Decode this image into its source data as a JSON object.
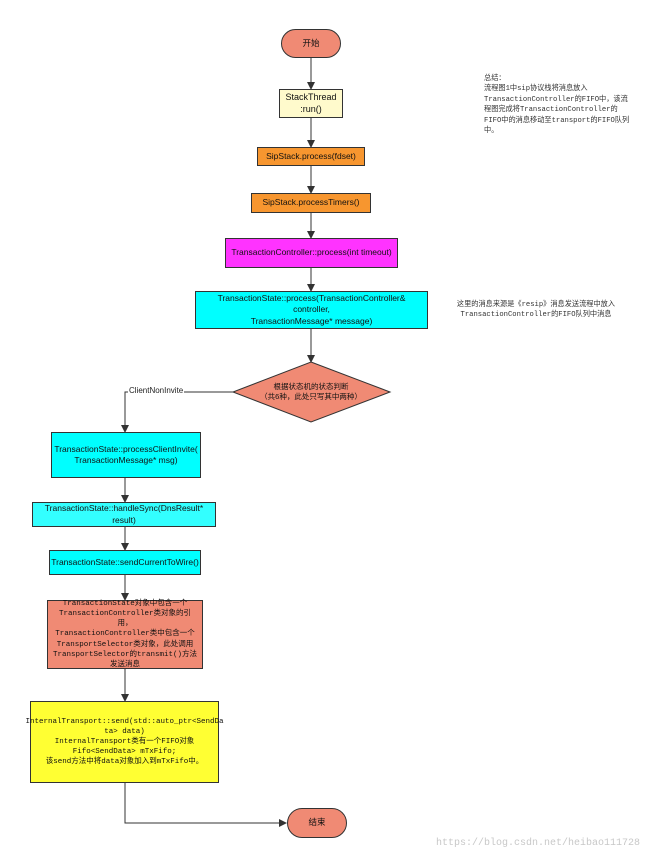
{
  "nodes": {
    "start": "开始",
    "stack_thread": "StackThread\n:run()",
    "sipstack_process": "SipStack.process(fdset)",
    "sipstack_timers": "SipStack.processTimers()",
    "tc_process": "TransactionController::process(int timeout)",
    "ts_process": "TransactionState::process(TransactionController& controller,\nTransactionMessage* message)",
    "decision": "根据状态机的状态判断\n（共6种，此处只写其中两种）",
    "process_client_invite": "TransactionState::processClientInvite(\nTransactionMessage* msg)",
    "handle_sync": "TransactionState::handleSync(DnsResult* result)",
    "send_current_to_wire": "TransactionState::sendCurrentToWire()",
    "transport_desc": "TransactionState对象中包含一个\nTransactionController类对象的引用，\nTransactionController类中包含一个\nTransportSelector类对象，此处调用\nTransportSelector的transmit()方法\n发送消息",
    "internal_transport": "InternalTransport::send(std::auto_ptr<SendDa\nta> data)\nInternalTransport类有一个FIFO对象\nFifo<SendData> mTxFifo;\n该send方法中将data对象加入到mTxFifo中。",
    "end": "结束"
  },
  "edge_labels": {
    "client_non_invite": "ClientNonInvite"
  },
  "notes": {
    "summary": "总结：\n流程图1中sip协议栈将消息放入\nTransactionController的FIFO中，该流\n程图完成将TransactionController的\nFIFO中的消息移动至transport的FIFO队列\n中。",
    "source_note": "这里的消息来源是《resip》消息发送流程中放入\nTransactionController的FIFO队列中消息"
  },
  "watermark": "https://blog.csdn.net/heibao111728",
  "colors": {
    "start_end": "#f08a74",
    "stack_thread": "#fffacc",
    "orange": "#f7962f",
    "magenta": "#ff33ff",
    "cyan": "#00ffff",
    "cyan_light": "#33ffff",
    "salmon": "#f08a74",
    "yellow": "#ffff33"
  }
}
